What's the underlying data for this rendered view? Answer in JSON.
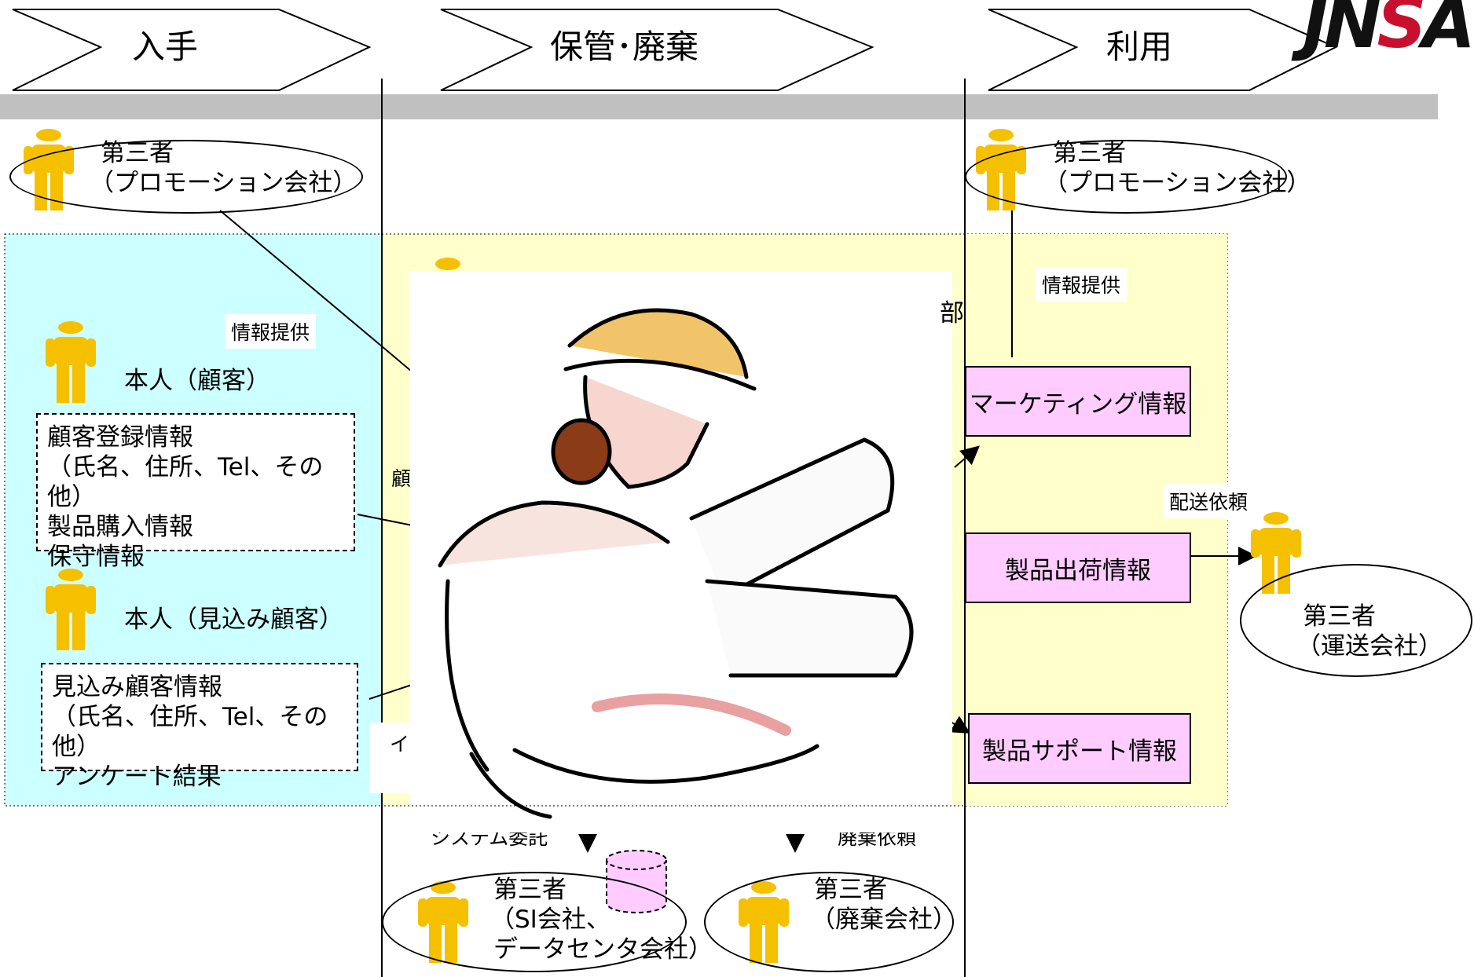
{
  "stages": [
    "入手",
    "保管･廃棄",
    "利用"
  ],
  "logo": "JNSA",
  "left": {
    "third_party": {
      "line1": "第三者",
      "line2": "（プロモーション会社）"
    },
    "info_provide": "情報提供",
    "customer": "本人（顧客）",
    "customer_info": [
      "顧客登録情報",
      "（氏名、住所、Tel、その他）",
      "製品購入情報",
      "保守情報"
    ],
    "prospect": "本人（見込み顧客）",
    "prospect_info": [
      "見込み顧客情報",
      "（氏名、住所、Tel、その他）",
      "アンケート結果"
    ]
  },
  "right": {
    "third_party": {
      "line1": "第三者",
      "line2": "（プロモーション会社）"
    },
    "info_provide": "情報提供",
    "marketing": "マーケティング情報",
    "shipping_request": "配送依頼",
    "shipping": "製品出荷情報",
    "support": "製品サポート情報",
    "carrier": {
      "line1": "第三者",
      "line2": "（運送会社）"
    }
  },
  "middle": {
    "system_outsource": "システム委託",
    "disposal_request": "廃棄依頼",
    "si": {
      "line1": "第三者",
      "line2": "（SI会社、",
      "line3": "データセンタ会社）"
    },
    "disposal": {
      "line1": "第三者",
      "line2": "（廃棄会社）"
    },
    "partial_text_1": "部",
    "partial_text_2": "顧",
    "partial_text_3": "イ"
  },
  "colors": {
    "left_zone": "#ccffff",
    "middle_zone": "#ffffcc",
    "pink_box": "#ffccff",
    "person": "#f5c000",
    "bar": "#c0c0c0",
    "logo_red": "#c8102e"
  },
  "icons": [
    "person-icon",
    "database-icon",
    "worker-clipart"
  ]
}
